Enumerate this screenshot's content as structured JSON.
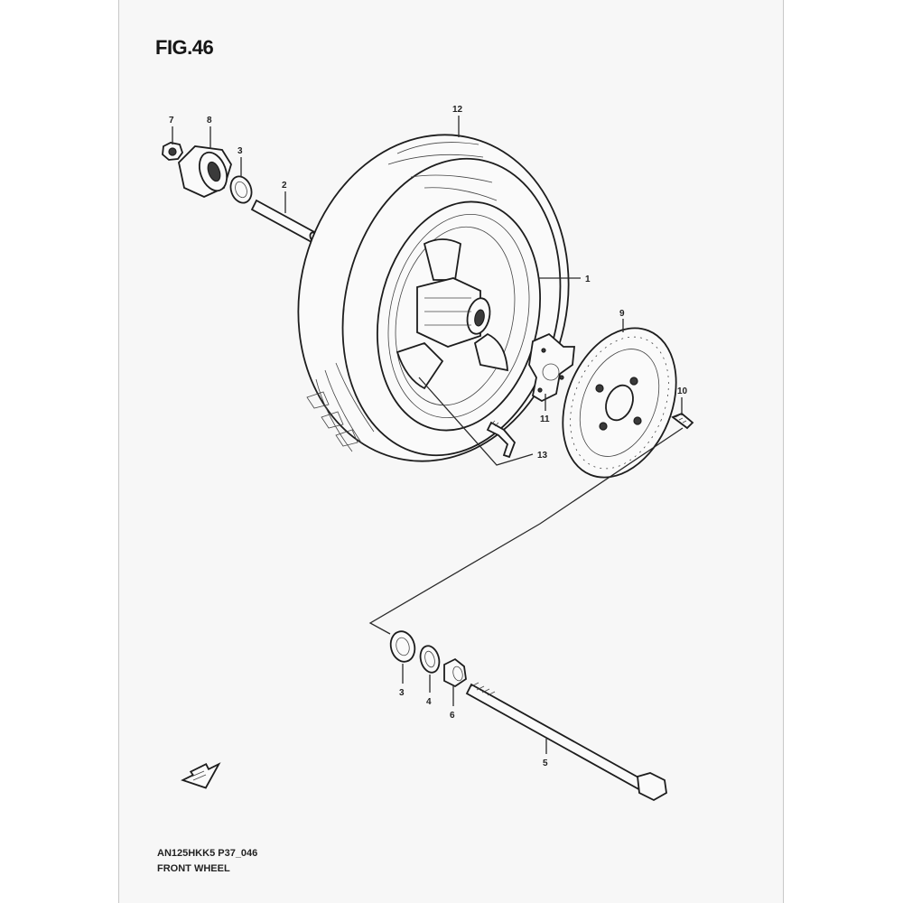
{
  "figure": {
    "title": "FIG.46",
    "drawing_code": "AN125HKK5 P37_046",
    "name": "FRONT WHEEL"
  },
  "callouts": {
    "c1": "1",
    "c2": "2",
    "c3a": "3",
    "c3b": "3",
    "c4": "4",
    "c5": "5",
    "c6": "6",
    "c7": "7",
    "c8": "8",
    "c9": "9",
    "c10": "10",
    "c11": "11",
    "c12": "12",
    "c13": "13"
  },
  "icons": {
    "direction_arrow": "front-direction-arrow-icon"
  },
  "colors": {
    "paper": "#f7f7f7",
    "ink": "#1d1d1d"
  }
}
